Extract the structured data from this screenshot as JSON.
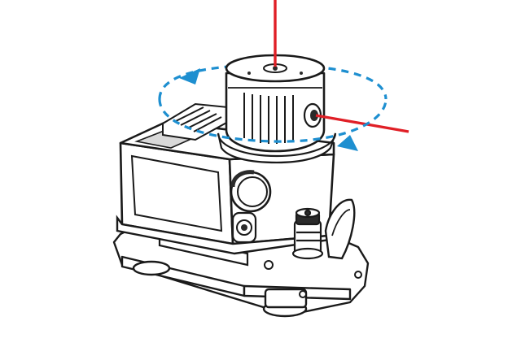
{
  "illustration": {
    "subject": "rotating-laser-level",
    "colors": {
      "background": "#ffffff",
      "outline": "#1a1a1a",
      "body_fill": "#ffffff",
      "shade": "#d9d9d9",
      "dark_fill": "#2b2b2b",
      "laser_beam": "#e01f26",
      "rotation_arrow": "#1e8fd0"
    },
    "icons": [
      "laser-beam-vertical",
      "laser-beam-horizontal",
      "rotation-direction-arrow",
      "laser-head",
      "keypad",
      "tilt-knob",
      "adjustment-screw",
      "base-foot"
    ]
  }
}
